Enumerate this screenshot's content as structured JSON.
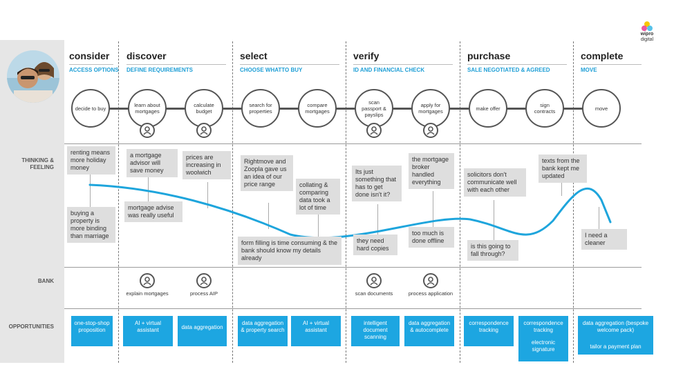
{
  "logo": {
    "line1": "wipro",
    "line2": "digital"
  },
  "rows": {
    "thinking": "THINKING & FEELING",
    "bank": "BANK",
    "opportunities": "OPPORTUNITIES"
  },
  "phases": [
    {
      "title": "consider",
      "subtitle": "ACCESS OPTIONS"
    },
    {
      "title": "discover",
      "subtitle": "DEFINE REQUIREMENTS"
    },
    {
      "title": "select",
      "subtitle": "CHOOSE WHATTO BUY"
    },
    {
      "title": "verify",
      "subtitle": "ID AND FINANCIAL CHECK"
    },
    {
      "title": "purchase",
      "subtitle": "SALE NEGOTIATED & AGREED"
    },
    {
      "title": "complete",
      "subtitle": "MOVE"
    }
  ],
  "steps": [
    {
      "label": "decide to buy"
    },
    {
      "label": "learn about mortgages"
    },
    {
      "label": "calculate budget"
    },
    {
      "label": "search for properties"
    },
    {
      "label": "compare mortgages"
    },
    {
      "label": "scan passport & payslips"
    },
    {
      "label": "apply for mortgages"
    },
    {
      "label": "make offer"
    },
    {
      "label": "sign contracts"
    },
    {
      "label": "move"
    }
  ],
  "notes": [
    {
      "text": "renting means more holiday money"
    },
    {
      "text": "buying a property is more binding than marriage"
    },
    {
      "text": "a mortgage advisor will save money"
    },
    {
      "text": "mortgage advise was really useful"
    },
    {
      "text": "prices are increasing in woolwich"
    },
    {
      "text": "Rightmove and Zoopla gave us an idea of our price range"
    },
    {
      "text": "collating & comparing data took a lot of time"
    },
    {
      "text": "form filling is time consuming & the bank should know my details already"
    },
    {
      "text": "Its just something that has to get done isn't it?"
    },
    {
      "text": "they need hard copies"
    },
    {
      "text": "the mortgage broker handled everything"
    },
    {
      "text": "too much is done offline"
    },
    {
      "text": "solicitors don't communicate well with each other"
    },
    {
      "text": "is this going to fall through?"
    },
    {
      "text": "texts from the bank kept me updated"
    },
    {
      "text": "I need a cleaner"
    }
  ],
  "bank": [
    {
      "label": "explain mortgages"
    },
    {
      "label": "process AIP"
    },
    {
      "label": "scan documents"
    },
    {
      "label": "process application"
    }
  ],
  "opportunities": [
    {
      "lines": [
        "one-stop-shop proposition"
      ]
    },
    {
      "lines": [
        "AI + virtual assistant"
      ]
    },
    {
      "lines": [
        "data aggregation"
      ]
    },
    {
      "lines": [
        "data aggregation & property search"
      ]
    },
    {
      "lines": [
        "AI + virtual assistant"
      ]
    },
    {
      "lines": [
        "intelligent document scanning"
      ]
    },
    {
      "lines": [
        "data aggregation & autocomplete"
      ]
    },
    {
      "lines": [
        "correspondence tracking"
      ]
    },
    {
      "lines": [
        "correspondence tracking",
        "electronic signature"
      ]
    },
    {
      "lines": [
        "data aggregation (bespoke welcome pack)",
        "tailor a payment plan"
      ]
    }
  ],
  "colors": {
    "accent": "#1da6e1",
    "curve": "#1ea5dc",
    "band": "#e6e6e6",
    "note": "#dedede"
  }
}
